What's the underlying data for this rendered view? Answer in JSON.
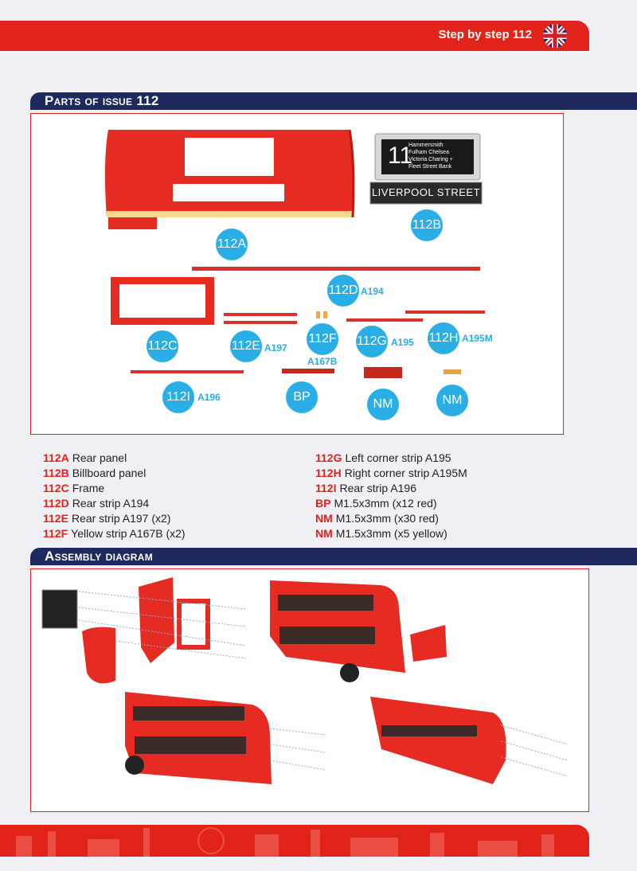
{
  "header": {
    "title": "Step by step 112",
    "flag": "uk-flag-icon"
  },
  "parts_section": {
    "title": "Parts of issue 112"
  },
  "assembly_section": {
    "title": "Assembly diagram"
  },
  "sign": {
    "number": "11",
    "destinations": [
      "Hammersmith",
      "Fulham  Chelsea",
      "Victoria  Charing +",
      "Fleet Street  Bank"
    ],
    "route_name": "LIVERPOOL STREET"
  },
  "callouts": {
    "a": {
      "code": "112A"
    },
    "b": {
      "code": "112B"
    },
    "c": {
      "code": "112C"
    },
    "d": {
      "code": "112D",
      "ref": "A194"
    },
    "e": {
      "code": "112E",
      "ref": "A197"
    },
    "f": {
      "code": "112F",
      "ref": "A167B"
    },
    "g": {
      "code": "112G",
      "ref": "A195"
    },
    "h": {
      "code": "112H",
      "ref": "A195M"
    },
    "i": {
      "code": "112I",
      "ref": "A196"
    },
    "bp": {
      "code": "BP"
    },
    "nm1": {
      "code": "NM"
    },
    "nm2": {
      "code": "NM"
    }
  },
  "parts_list_left": [
    {
      "code": "112A",
      "desc": "Rear panel"
    },
    {
      "code": "112B",
      "desc": "Billboard panel"
    },
    {
      "code": "112C",
      "desc": "Frame"
    },
    {
      "code": "112D",
      "desc": "Rear strip A194"
    },
    {
      "code": "112E",
      "desc": "Rear strip A197 (x2)"
    },
    {
      "code": "112F",
      "desc": "Yellow strip A167B (x2)"
    }
  ],
  "parts_list_right": [
    {
      "code": "112G",
      "desc": "Left corner strip A195"
    },
    {
      "code": "112H",
      "desc": "Right corner strip A195M"
    },
    {
      "code": "112I",
      "desc": "Rear strip A196"
    },
    {
      "code": "BP",
      "desc": "M1.5x3mm (x12 red)"
    },
    {
      "code": "NM",
      "desc": "M1.5x3mm (x30 red)"
    },
    {
      "code": "NM",
      "desc": "M1.5x3mm (x5 yellow)"
    }
  ],
  "colors": {
    "brand_red": "#e2231a",
    "navy": "#1e2a5e",
    "callout_blue": "#29aee6",
    "accent_yellow": "#f3d98a"
  }
}
